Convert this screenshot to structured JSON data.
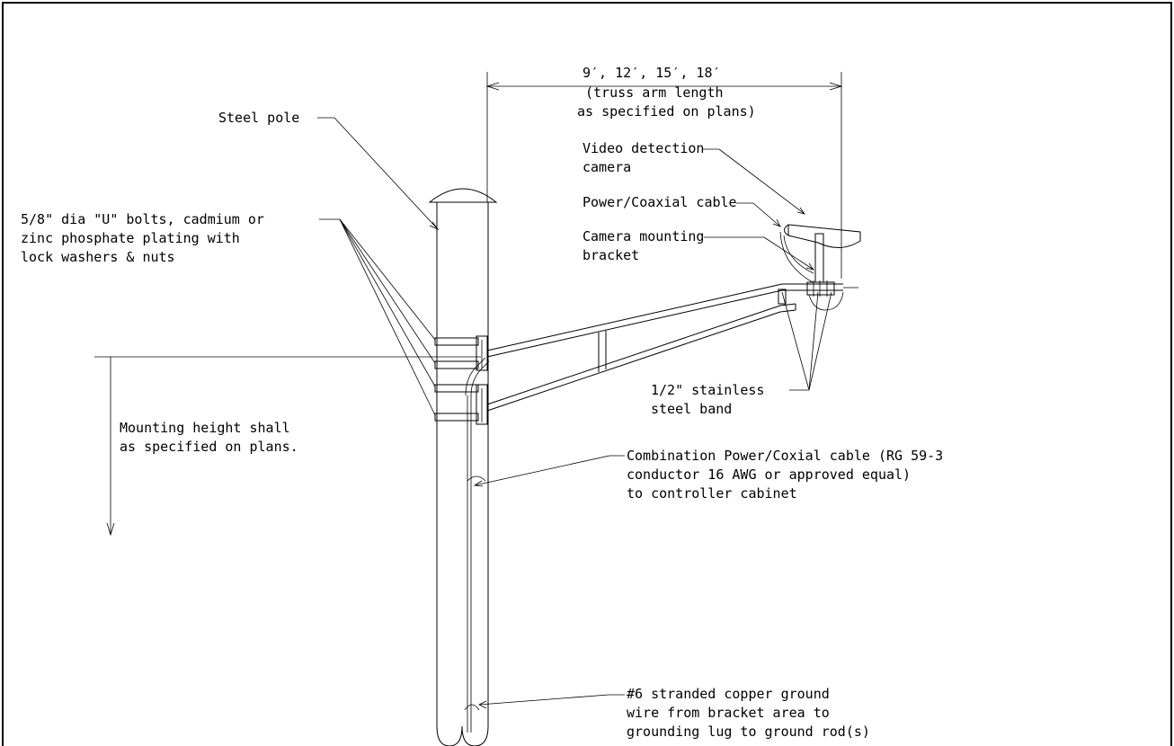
{
  "labels": {
    "dimension_line1": "9′, 12′, 15′, 18′",
    "dimension_line2": "(truss arm length",
    "dimension_line3": "as specified on plans)",
    "steel_pole": "Steel pole",
    "u_bolts_line1": "5/8\" dia \"U\" bolts, cadmium or",
    "u_bolts_line2": "zinc phosphate plating with",
    "u_bolts_line3": "lock washers & nuts",
    "video_camera_line1": "Video detection",
    "video_camera_line2": "camera",
    "power_coax": "Power/Coaxial cable",
    "camera_bracket_line1": "Camera mounting",
    "camera_bracket_line2": "bracket",
    "band_line1": "1/2\" stainless",
    "band_line2": "steel band",
    "mounting_height_line1": "Mounting height shall",
    "mounting_height_line2": "as specified on plans.",
    "combo_cable_line1": "Combination Power/Coxial cable (RG 59-3",
    "combo_cable_line2": "conductor 16 AWG or approved equal)",
    "combo_cable_line3": "to controller cabinet",
    "ground_wire_line1": "#6 stranded copper ground",
    "ground_wire_line2": "wire from bracket area  to",
    "ground_wire_line3": "grounding lug to ground rod(s)"
  }
}
